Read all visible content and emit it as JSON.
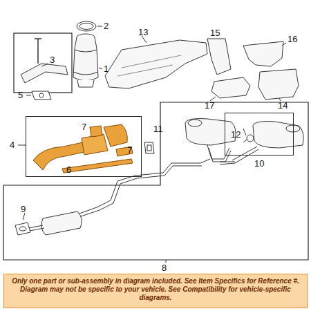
{
  "diagram": {
    "nodes": [
      {
        "text": [
          "7",
          "7",
          "6"
        ]
      },
      {
        "text": [
          "12"
        ]
      },
      {
        "text": [
          "Only one part or sub-assembly in diagram included. See Item Specifics for Reference #. Diagram may not be specific to your vehicle. See Compatibility for vehicle-specific diagrams."
        ]
      }
    ],
    "labels": [
      "2",
      "13",
      "15",
      "16",
      "3",
      "1",
      "5",
      "17",
      "14",
      "4",
      "11",
      "10",
      "9",
      "8"
    ]
  }
}
